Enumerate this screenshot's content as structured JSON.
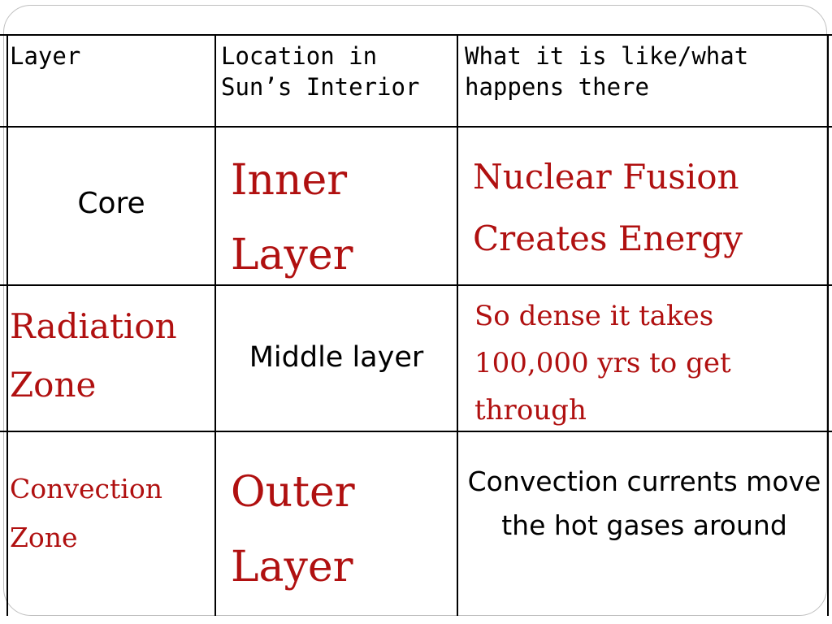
{
  "headers": {
    "layer": "Layer",
    "location": "Location in Sun’s Interior",
    "description": "What it is like/what happens there"
  },
  "rows": [
    {
      "layer": "Core",
      "location": "Inner Layer",
      "description": "Nuclear Fusion Creates Energy"
    },
    {
      "layer": "Radiation Zone",
      "location": "Middle layer",
      "description": "So dense it takes 100,000 yrs to get through"
    },
    {
      "layer": "Convection Zone",
      "location": "Outer Layer",
      "description": "Convection currents move the hot gases around"
    }
  ],
  "colors": {
    "accent_red": "#b01010",
    "text": "#000000",
    "border": "#000000",
    "frame": "#bfbfbf"
  }
}
